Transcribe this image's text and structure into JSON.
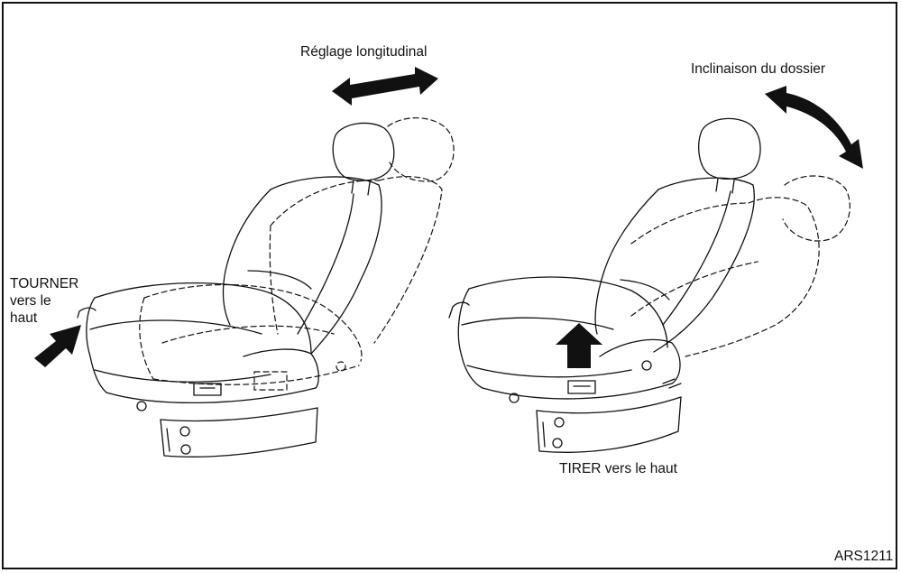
{
  "labels": {
    "longitudinal": "Réglage longitudinal",
    "recline": "Inclinaison du dossier",
    "turn_line1": "TOURNER",
    "turn_line2": "vers le",
    "turn_line3": "haut",
    "pull": "TIRER vers le haut",
    "code": "ARS1211"
  },
  "colors": {
    "ink": "#111111",
    "background": "#ffffff"
  },
  "icons": {
    "longitudinal_arrow": "double-headed-arrow-icon",
    "recline_arrow": "curved-double-arrow-icon",
    "turn_arrow": "arrow-up-right-icon",
    "pull_arrow": "arrow-up-icon"
  }
}
